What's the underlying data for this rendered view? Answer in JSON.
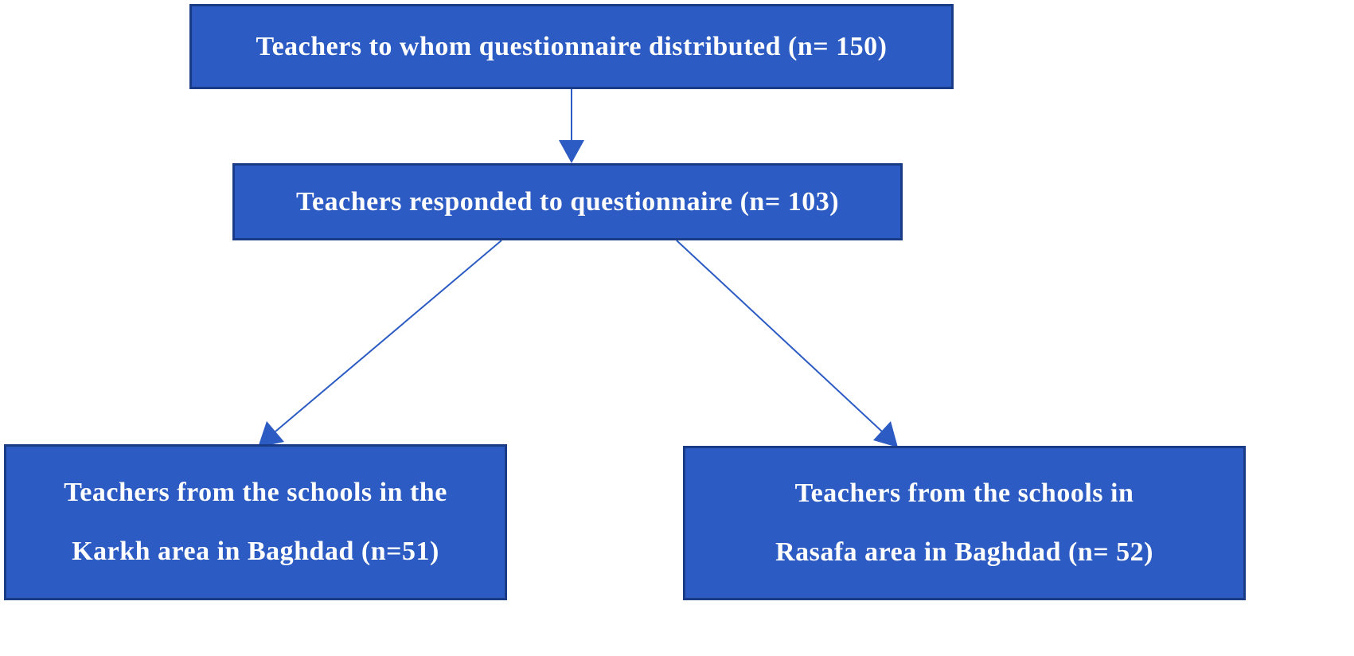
{
  "nodes": {
    "distributed": {
      "text": "Teachers to whom  questionnaire  distributed  (n= 150)"
    },
    "responded": {
      "text": "Teachers responded  to questionnaire  (n= 103)"
    },
    "karkh": {
      "line1": "Teachers from  the schools  in  the",
      "line2": "Karkh  area in Baghdad  (n=51)"
    },
    "rasafa": {
      "line1": "Teachers from  the schools  in",
      "line2": "Rasafa area in Baghdad  (n= 52)"
    }
  },
  "edges": [
    {
      "from": "distributed",
      "to": "responded"
    },
    {
      "from": "responded",
      "to": "karkh"
    },
    {
      "from": "responded",
      "to": "rasafa"
    }
  ],
  "colors": {
    "box_fill": "#2c5bc4",
    "box_border": "#1a3b85",
    "arrow": "#2c5bc4",
    "text": "#ffffff"
  }
}
